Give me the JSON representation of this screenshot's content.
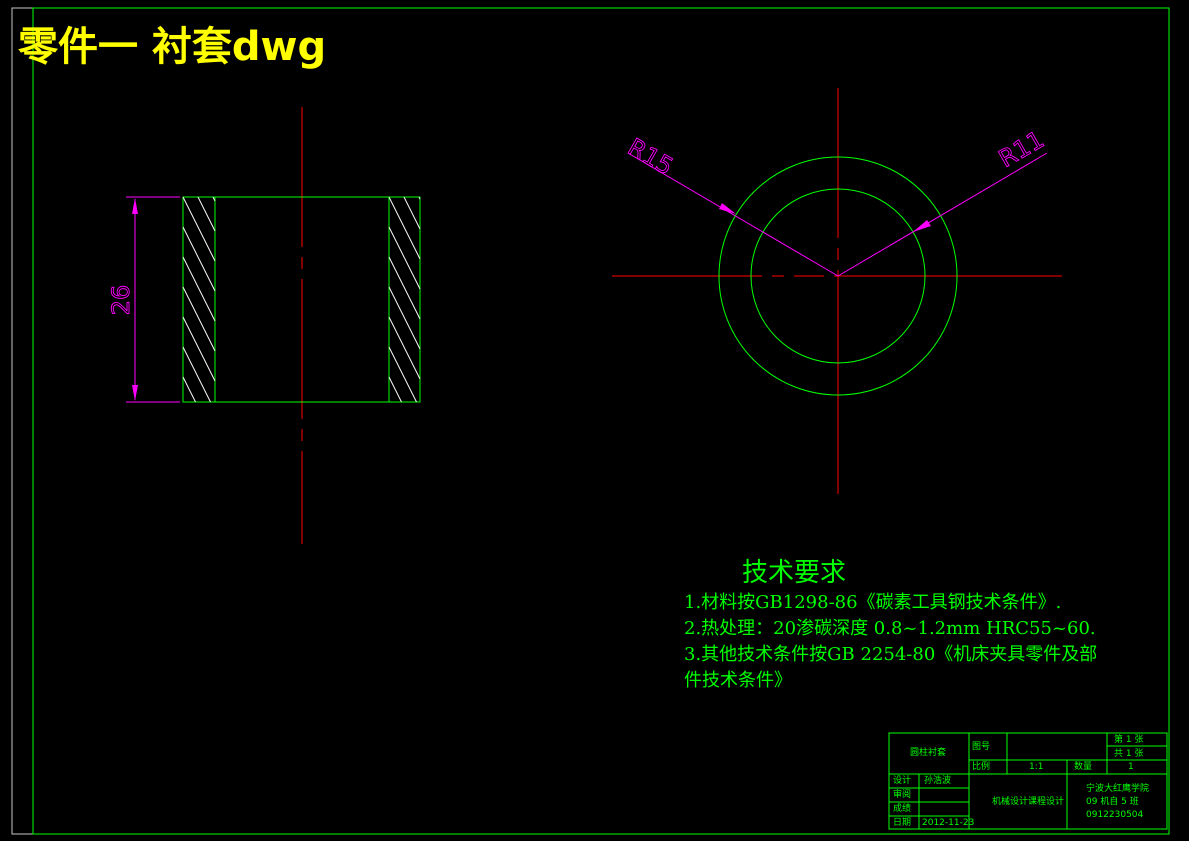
{
  "title": "零件一 衬套dwg",
  "colors": {
    "background": "#000000",
    "title": "#ffff00",
    "geometry": "#00ff00",
    "center_line": "#ff0000",
    "dimension": "#ff00ff",
    "hatch": "#ffffff",
    "text": "#00ff00"
  },
  "dimensions": {
    "height": "26",
    "outer_radius": "R15",
    "inner_radius": "R11"
  },
  "tech_requirements": {
    "heading": "技术要求",
    "lines": [
      "1.材料按GB1298-86《碳素工具钢技术条件》.",
      "2.热处理：20渗碳深度   0.8~1.2mm HRC55~60.",
      "3.其他技术条件按GB 2254-80《机床夹具零件及部",
      "件技术条件》"
    ]
  },
  "title_block": {
    "part_name": "圆柱衬套",
    "drawing_no_label": "图号",
    "scale_label": "比例",
    "scale": "1:1",
    "quantity_label": "数量",
    "quantity": "1",
    "sheet_label": "第 1 张",
    "total_label": "共 1 张",
    "design_label": "设计",
    "designer": "孙浩波",
    "review_label": "审阅",
    "score_label": "成绩",
    "date_label": "日期",
    "date": "2012-11-23",
    "course": "机械设计课程设计",
    "school_line1": "宁波大红鹰学院",
    "school_line2": "09 机自 5 班",
    "school_line3": "0912230504"
  }
}
